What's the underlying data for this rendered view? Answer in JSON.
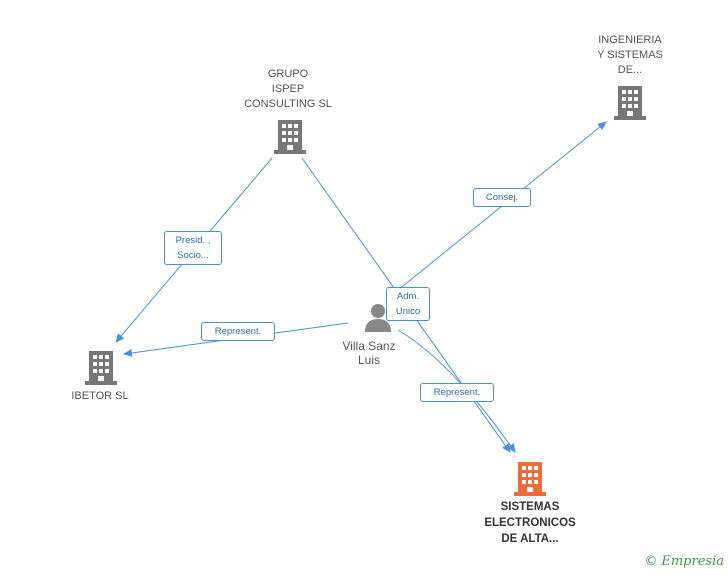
{
  "nodes": {
    "grupo": {
      "label": "GRUPO\nISPEP\nCONSULTING SL",
      "icon": "building-icon",
      "color": "#777777"
    },
    "ingenieria": {
      "label": "INGENIERIA\nY SISTEMAS\nDE...",
      "icon": "building-icon",
      "color": "#777777"
    },
    "ibetor": {
      "label": "IBETOR SL",
      "icon": "building-icon",
      "color": "#777777"
    },
    "person": {
      "label": "Villa Sanz\nLuis",
      "icon": "person-icon",
      "color": "#888888"
    },
    "sistemas": {
      "label": "SISTEMAS\nELECTRONICOS\nDE ALTA...",
      "icon": "building-icon",
      "color": "#f06a3a"
    }
  },
  "edges": {
    "presid": "Presid. ,\nSocio...",
    "consej": "Consej.",
    "adm": "Adm.\nUnico",
    "represent_left": "Represent.",
    "represent_right": "Represent."
  },
  "colors": {
    "edge": "#4a90d9",
    "main": "#f06a3a",
    "building": "#777777"
  },
  "footer": {
    "copyright": "©",
    "brand": "Empresia"
  }
}
